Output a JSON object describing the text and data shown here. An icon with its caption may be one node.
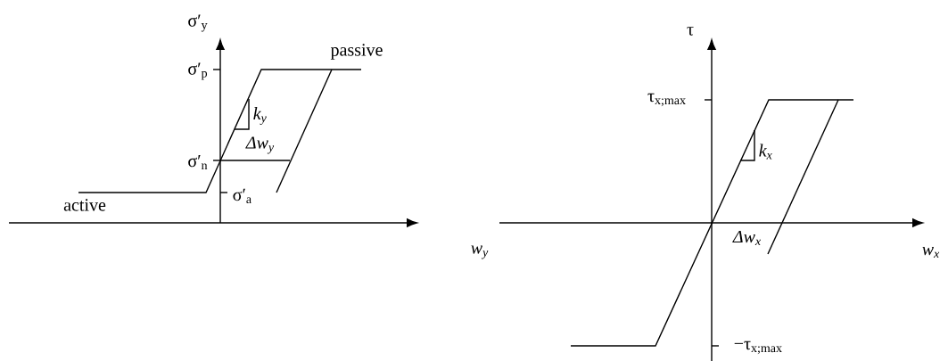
{
  "diagram": {
    "labels": [
      "σ′$_{y}$",
      "σ′$_{p}$",
      "passive",
      "k$_{y}$",
      "Δw$_{y}$",
      "σ′$_{n}$",
      "σ′$_{a}$",
      "active",
      "w$_{y}$",
      "τ",
      "τ$_{x;max}$",
      "k$_{x}$",
      "Δw$_{x}$",
      "w$_{x}$",
      "−τ$_{x;max}$"
    ]
  }
}
